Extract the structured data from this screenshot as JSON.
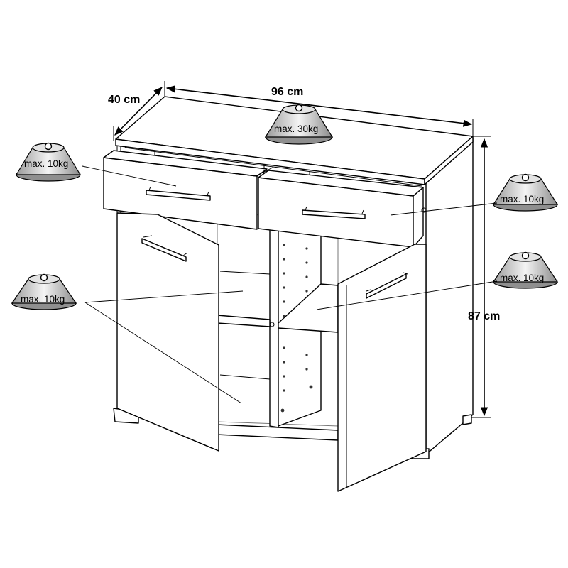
{
  "dimensions": {
    "depth": "40 cm",
    "width": "96 cm",
    "height": "87 cm"
  },
  "weight_labels": {
    "top": "max. 30kg",
    "drawer_left": "max. 10kg",
    "drawer_right": "max. 10kg",
    "shelf_left": "max. 10kg",
    "shelf_right": "max. 10kg"
  }
}
